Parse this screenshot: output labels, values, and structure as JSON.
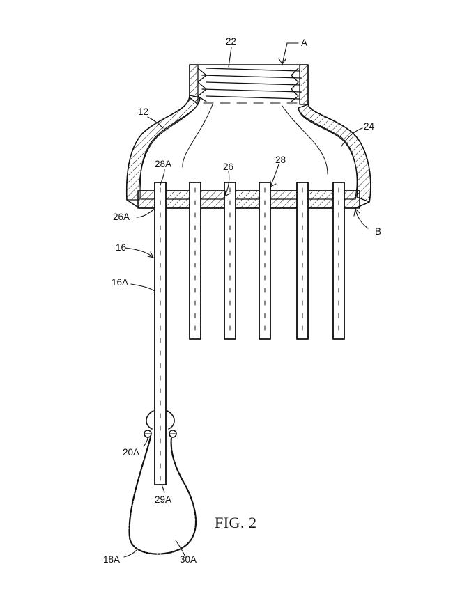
{
  "figure": {
    "caption": "FIG. 2",
    "labels": {
      "A": "A",
      "B": "B",
      "n22": "22",
      "n12": "12",
      "n24": "24",
      "n28A": "28A",
      "n26": "26",
      "n28": "28",
      "n26A": "26A",
      "n16": "16",
      "n16A": "16A",
      "n20A": "20A",
      "n29A": "29A",
      "n18A": "18A",
      "n30A": "30A"
    }
  }
}
